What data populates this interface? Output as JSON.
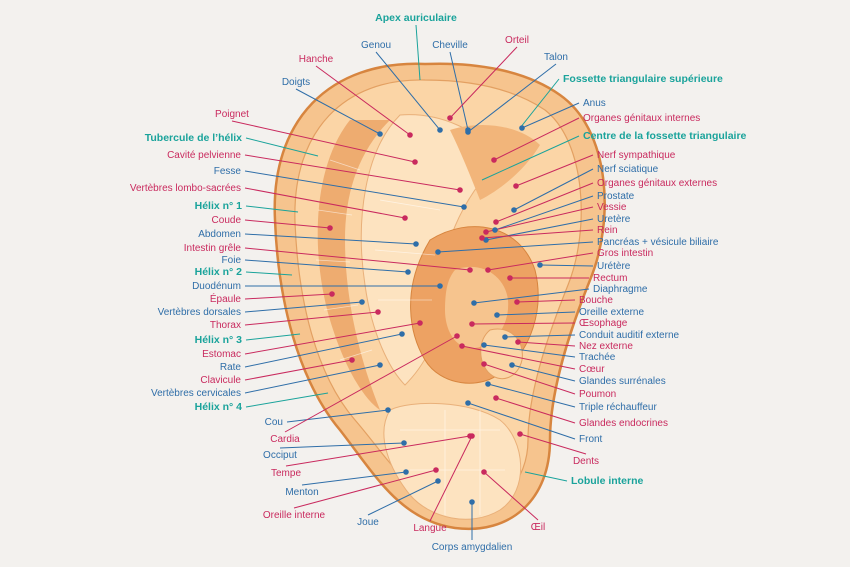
{
  "colors": {
    "background": "#f3f1ee",
    "skin_light": "#fde3c0",
    "skin_mid": "#f6c48e",
    "skin_dark": "#e7a262",
    "skin_outline": "#d7853f",
    "blue": "#2f6ea8",
    "red": "#c92a5e",
    "teal": "#1aa39b"
  },
  "labels": [
    {
      "id": "apex-auriculaire",
      "text": "Apex auriculaire",
      "color": "teal",
      "bold": true
    },
    {
      "id": "genou",
      "text": "Genou",
      "color": "blue"
    },
    {
      "id": "cheville",
      "text": "Cheville",
      "color": "blue"
    },
    {
      "id": "orteil",
      "text": "Orteil",
      "color": "red"
    },
    {
      "id": "talon",
      "text": "Talon",
      "color": "blue"
    },
    {
      "id": "hanche",
      "text": "Hanche",
      "color": "red"
    },
    {
      "id": "doigts",
      "text": "Doigts",
      "color": "blue"
    },
    {
      "id": "fossette-triangulaire-superieure",
      "text": "Fossette triangulaire supérieure",
      "color": "teal",
      "bold": true
    },
    {
      "id": "anus",
      "text": "Anus",
      "color": "blue"
    },
    {
      "id": "poignet",
      "text": "Poignet",
      "color": "red"
    },
    {
      "id": "organes-genitaux-internes",
      "text": "Organes génitaux internes",
      "color": "red"
    },
    {
      "id": "tubercule-helix",
      "text": "Tubercule de l’hélix",
      "color": "teal",
      "bold": true
    },
    {
      "id": "centre-fossette-triangulaire",
      "text": "Centre de la fossette triangulaire",
      "color": "teal",
      "bold": true
    },
    {
      "id": "cavite-pelvienne",
      "text": "Cavité pelvienne",
      "color": "red"
    },
    {
      "id": "nerf-sympathique",
      "text": "Nerf sympathique",
      "color": "red"
    },
    {
      "id": "fesse",
      "text": "Fesse",
      "color": "blue"
    },
    {
      "id": "nerf-sciatique",
      "text": "Nerf sciatique",
      "color": "blue"
    },
    {
      "id": "organes-genitaux-externes",
      "text": "Organes génitaux externes",
      "color": "red"
    },
    {
      "id": "vertebres-lombo-sacrees",
      "text": "Vertèbres lombo-sacrées",
      "color": "red"
    },
    {
      "id": "prostate",
      "text": "Prostate",
      "color": "blue"
    },
    {
      "id": "helix-1",
      "text": "Hélix n° 1",
      "color": "teal",
      "bold": true
    },
    {
      "id": "vessie",
      "text": "Vessie",
      "color": "red"
    },
    {
      "id": "coude",
      "text": "Coude",
      "color": "red"
    },
    {
      "id": "uretere-1",
      "text": "Uretère",
      "color": "blue"
    },
    {
      "id": "abdomen",
      "text": "Abdomen",
      "color": "blue"
    },
    {
      "id": "rein",
      "text": "Rein",
      "color": "red"
    },
    {
      "id": "intestin-grele",
      "text": "Intestin grêle",
      "color": "red"
    },
    {
      "id": "pancreas",
      "text": "Pancréas + vésicule biliaire",
      "color": "blue"
    },
    {
      "id": "foie",
      "text": "Foie",
      "color": "blue"
    },
    {
      "id": "gros-intestin",
      "text": "Gros intestin",
      "color": "red"
    },
    {
      "id": "helix-2",
      "text": "Hélix n° 2",
      "color": "teal",
      "bold": true
    },
    {
      "id": "uretere-2",
      "text": "Urétère",
      "color": "blue"
    },
    {
      "id": "duodenum",
      "text": "Duodénum",
      "color": "blue"
    },
    {
      "id": "rectum",
      "text": "Rectum",
      "color": "red"
    },
    {
      "id": "diaphragme",
      "text": "Diaphragme",
      "color": "blue"
    },
    {
      "id": "epaule",
      "text": "Épaule",
      "color": "red"
    },
    {
      "id": "bouche",
      "text": "Bouche",
      "color": "red"
    },
    {
      "id": "vertebres-dorsales",
      "text": "Vertèbres dorsales",
      "color": "blue"
    },
    {
      "id": "oreille-externe",
      "text": "Oreille externe",
      "color": "blue"
    },
    {
      "id": "thorax",
      "text": "Thorax",
      "color": "red"
    },
    {
      "id": "oesophage",
      "text": "Œsophage",
      "color": "red"
    },
    {
      "id": "helix-3",
      "text": "Hélix n° 3",
      "color": "teal",
      "bold": true
    },
    {
      "id": "conduit-auditif-externe",
      "text": "Conduit auditif externe",
      "color": "blue"
    },
    {
      "id": "estomac",
      "text": "Estomac",
      "color": "red"
    },
    {
      "id": "nez-externe",
      "text": "Nez externe",
      "color": "red"
    },
    {
      "id": "rate",
      "text": "Rate",
      "color": "blue"
    },
    {
      "id": "trachee",
      "text": "Trachée",
      "color": "blue"
    },
    {
      "id": "clavicule",
      "text": "Clavicule",
      "color": "red"
    },
    {
      "id": "coeur",
      "text": "Cœur",
      "color": "red"
    },
    {
      "id": "vertebres-cervicales",
      "text": "Vertèbres cervicales",
      "color": "blue"
    },
    {
      "id": "glandes-surrenales",
      "text": "Glandes surrénales",
      "color": "blue"
    },
    {
      "id": "helix-4",
      "text": "Hélix n° 4",
      "color": "teal",
      "bold": true
    },
    {
      "id": "poumon",
      "text": "Poumon",
      "color": "red"
    },
    {
      "id": "triple-rechauffeur",
      "text": "Triple réchauffeur",
      "color": "blue"
    },
    {
      "id": "cou",
      "text": "Cou",
      "color": "blue"
    },
    {
      "id": "glandes-endocrines",
      "text": "Glandes endocrines",
      "color": "red"
    },
    {
      "id": "cardia",
      "text": "Cardia",
      "color": "red"
    },
    {
      "id": "front",
      "text": "Front",
      "color": "blue"
    },
    {
      "id": "occiput",
      "text": "Occiput",
      "color": "blue"
    },
    {
      "id": "dents",
      "text": "Dents",
      "color": "red"
    },
    {
      "id": "tempe",
      "text": "Tempe",
      "color": "red"
    },
    {
      "id": "lobule-interne",
      "text": "Lobule interne",
      "color": "teal",
      "bold": true
    },
    {
      "id": "menton",
      "text": "Menton",
      "color": "blue"
    },
    {
      "id": "oreille-interne",
      "text": "Oreille interne",
      "color": "red"
    },
    {
      "id": "joue",
      "text": "Joue",
      "color": "blue"
    },
    {
      "id": "oeil",
      "text": "Œil",
      "color": "red"
    },
    {
      "id": "langue",
      "text": "Langue",
      "color": "red"
    },
    {
      "id": "corps-amygdalien",
      "text": "Corps amygdalien",
      "color": "blue"
    }
  ]
}
